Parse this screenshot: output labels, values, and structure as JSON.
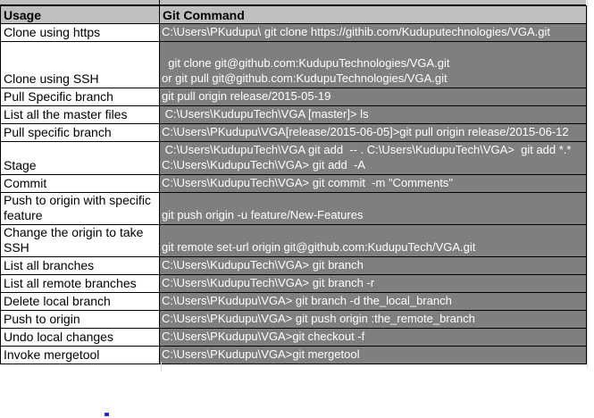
{
  "table": {
    "headers": [
      "Usage",
      "Git Command"
    ],
    "rows": [
      {
        "usage": "Clone using https",
        "command": [
          "C:\\Users\\PKudupu\\ git clone https://githib.com/Kuduputechnologies/VGA.git"
        ]
      },
      {
        "usage": "Clone using SSH",
        "command": [
          "  git clone git@github.com:KudupuTechnologies/VGA.git",
          "or git pull git@github.com:KudupuTechnologies/VGA.git"
        ]
      },
      {
        "usage": "Pull Specific branch",
        "command": [
          "git pull origin release/2015-05-19"
        ]
      },
      {
        "usage": "List all the master files",
        "command": [
          " C:\\Users\\KudupuTech\\VGA [master]> ls"
        ]
      },
      {
        "usage": "Pull specific branch",
        "command": [
          "C:\\Users\\PKudupu\\VGA[release/2015-06-05]>git pull origin release/2015-06-12"
        ]
      },
      {
        "usage": "Stage",
        "command": [
          " C:\\Users\\KudupuTech\\VGA git add  -- . C:\\Users\\KudupuTech\\VGA>  git add *.*",
          "C:\\Users\\KudupuTech\\VGA> git add  -A"
        ]
      },
      {
        "usage": "Commit",
        "command": [
          "C:\\Users\\KudupuTech\\VGA> git commit  -m \"Comments\""
        ]
      },
      {
        "usage": "Push to origin with specific feature",
        "command": [
          "git push origin -u feature/New-Features"
        ]
      },
      {
        "usage": "Change the origin to take SSH",
        "command": [
          "git remote set-url origin git@github.com:KudupuTech/VGA.git"
        ]
      },
      {
        "usage": "List all branches",
        "command": [
          "C:\\Users\\KudupuTech\\VGA> git branch"
        ]
      },
      {
        "usage": "List all remote branches",
        "command": [
          "C:\\Users\\KudupuTech\\VGA> git branch -r"
        ]
      },
      {
        "usage": "Delete local branch",
        "command": [
          "C:\\Users\\PKudupu\\VGA> git branch -d the_local_branch"
        ]
      },
      {
        "usage": "Push to origin",
        "command": [
          "C:\\Users\\PKudupu\\VGA> git push origin :the_remote_branch"
        ]
      },
      {
        "usage": "Undo local changes",
        "command": [
          "C:\\Users\\PKudupu\\VGA>git checkout -f"
        ]
      },
      {
        "usage": "Invoke mergetool",
        "command": [
          "C:\\Users\\PKudupu\\VGA>git mergetool"
        ]
      }
    ]
  },
  "colors": {
    "header_fill": "#BFBFBF",
    "command_fill": "#7F7F7F",
    "command_text": "#FFFFFF",
    "usage_text": "#000000",
    "border": "#000000"
  }
}
